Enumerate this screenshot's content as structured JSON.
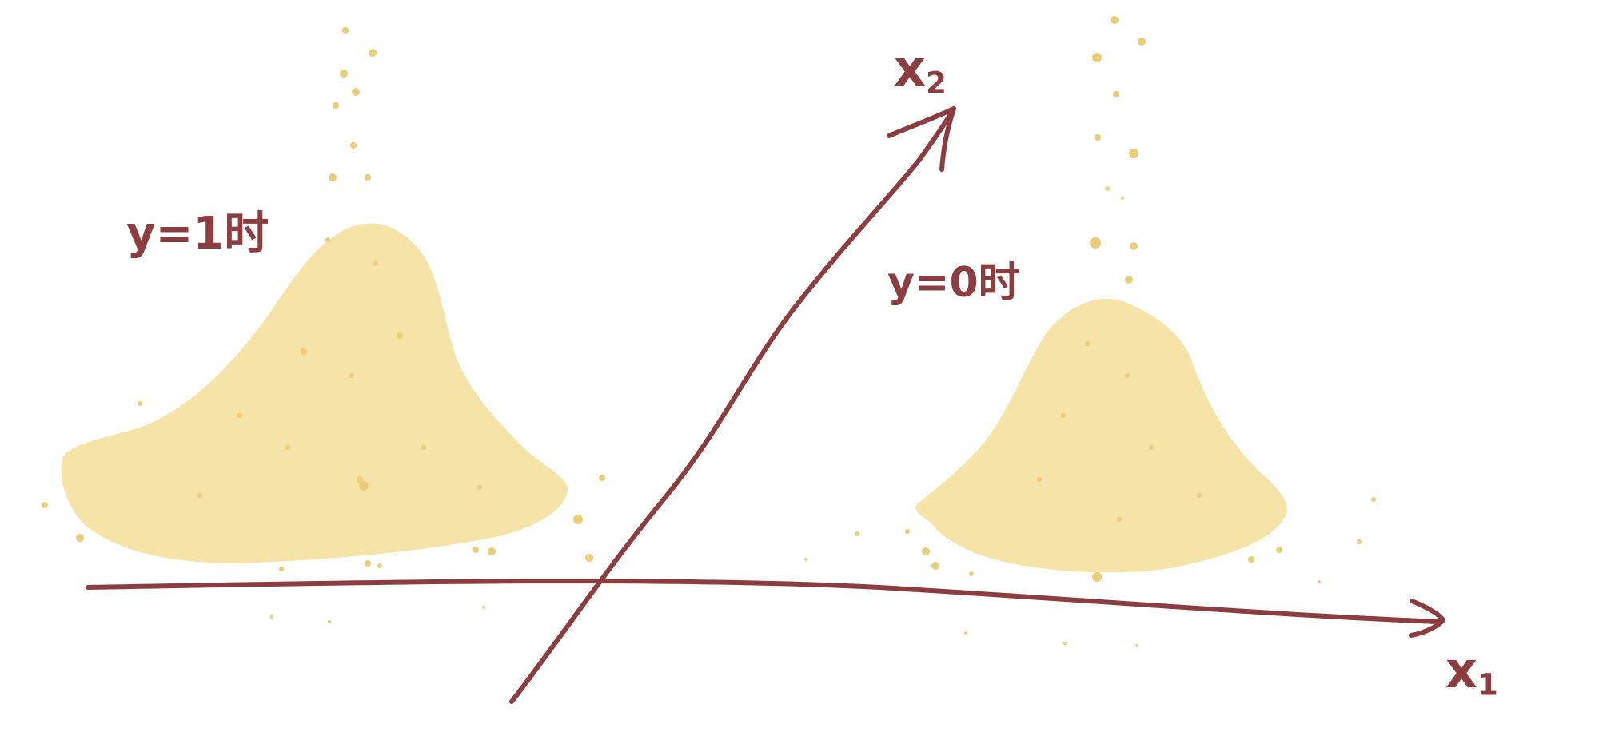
{
  "labels": {
    "y1": "y=1时",
    "y0": "y=0时",
    "x2_base": "x",
    "x2_sub": "2",
    "x1_base": "x",
    "x1_sub": "1"
  },
  "colors": {
    "axis": "#8b3d40",
    "mound_fill": "#f6e3a8",
    "mound_dots": "#e9cd78",
    "background": "#ffffff"
  }
}
